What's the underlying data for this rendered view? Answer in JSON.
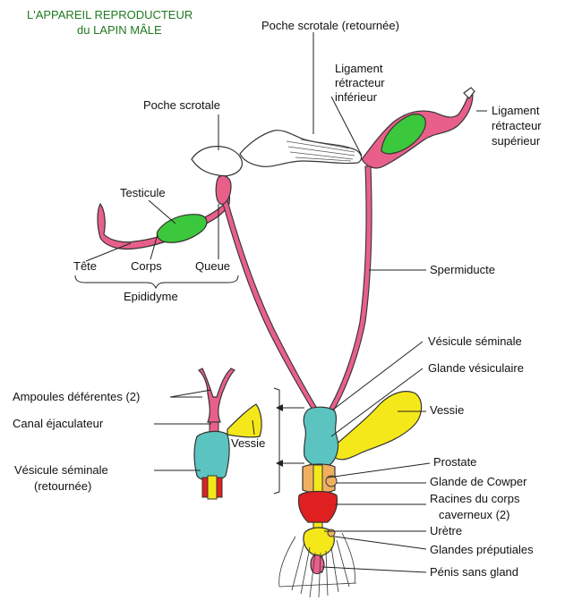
{
  "title": {
    "line1": "L'APPAREIL REPRODUCTEUR",
    "line2": "du LAPIN MÂLE"
  },
  "labels": {
    "poche_scrotale_retournee": "Poche scrotale (retournée)",
    "ligament_inferieur_1": "Ligament",
    "ligament_inferieur_2": "rétracteur",
    "ligament_inferieur_3": "inférieur",
    "ligament_superieur_1": "Ligament",
    "ligament_superieur_2": "rétracteur",
    "ligament_superieur_3": "supérieur",
    "poche_scrotale": "Poche scrotale",
    "testicule": "Testicule",
    "tete": "Tête",
    "corps": "Corps",
    "queue": "Queue",
    "epididyme": "Epididyme",
    "spermiducte": "Spermiducte",
    "vesicule_seminale": "Vésicule séminale",
    "glande_vesiculaire": "Glande vésiculaire",
    "vessie": "Vessie",
    "prostate": "Prostate",
    "glande_cowper": "Glande de Cowper",
    "racines_1": "Racines du corps",
    "racines_2": "caverneux (2)",
    "uretre": "Urètre",
    "glandes_preputiales": "Glandes préputiales",
    "penis": "Pénis sans gland",
    "ampoules": "Ampoules déférentes (2)",
    "canal": "Canal éjaculateur",
    "vessie_inset": "Vessie",
    "vesicule_retournee_1": "Vésicule séminale",
    "vesicule_retournee_2": "(retournée)"
  },
  "colors": {
    "pink": "#e8608a",
    "green": "#3cc83c",
    "teal": "#5bc4c0",
    "yellow": "#f5e81a",
    "orange": "#f0b060",
    "red": "#e02020",
    "title_green": "#1f7a1f"
  }
}
